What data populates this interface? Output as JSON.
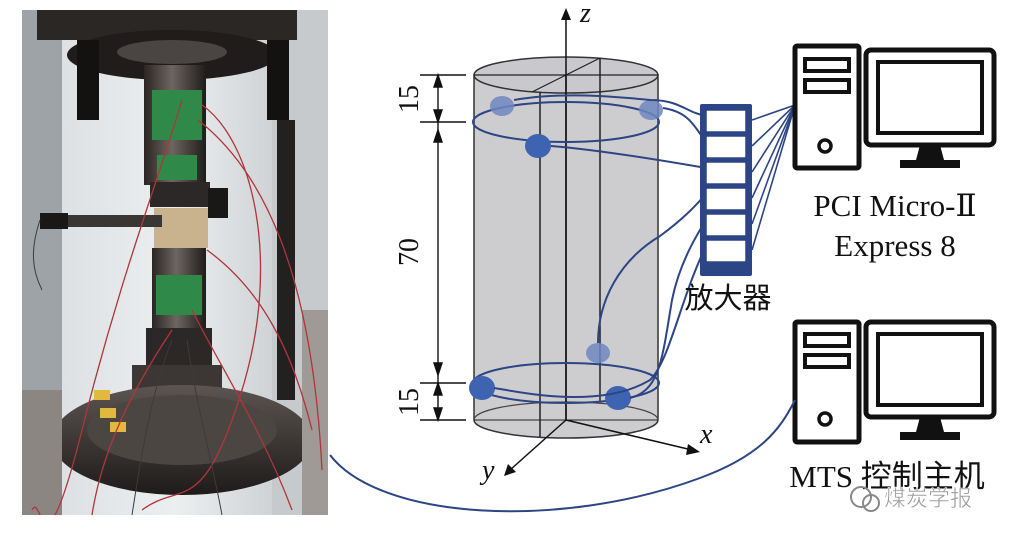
{
  "axes": {
    "z": "z",
    "x": "x",
    "y": "y"
  },
  "dimensions": {
    "top": "15",
    "middle": "70",
    "bottom": "15"
  },
  "amplifier_label": "放大器",
  "pci": {
    "line1": "PCI Micro-Ⅱ",
    "line2": "Express 8"
  },
  "mts_label": "MTS 控制主机",
  "watermark": "煤炭学报",
  "colors": {
    "cable": "#2c4585",
    "sensor": "#4a6fb5",
    "cylinder": "#bfbfc3",
    "outline": "#111111"
  }
}
